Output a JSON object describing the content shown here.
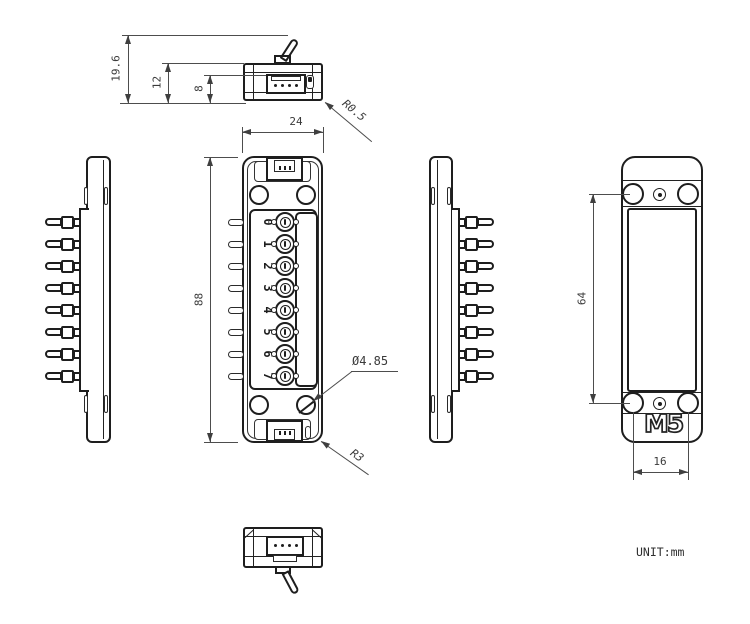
{
  "drawing": {
    "unit_note": "UNIT:mm",
    "logo": "M5",
    "terminal_labels": [
      "0",
      "1",
      "2",
      "3",
      "4",
      "5",
      "6",
      "7"
    ],
    "dims": {
      "total_height": "19.6",
      "body_height": "12",
      "lower_height": "8",
      "width": "24",
      "front_height": "88",
      "hole_dia": "Ø4.85",
      "corner_r_small": "R0.5",
      "corner_r_big": "R3",
      "back_hole_span_v": "64",
      "back_hole_span_h": "16"
    },
    "colors": {
      "line": "#1e1e1e",
      "dim": "#4d4d4d",
      "text": "#3a3a3a",
      "bg": "#ffffff"
    }
  }
}
